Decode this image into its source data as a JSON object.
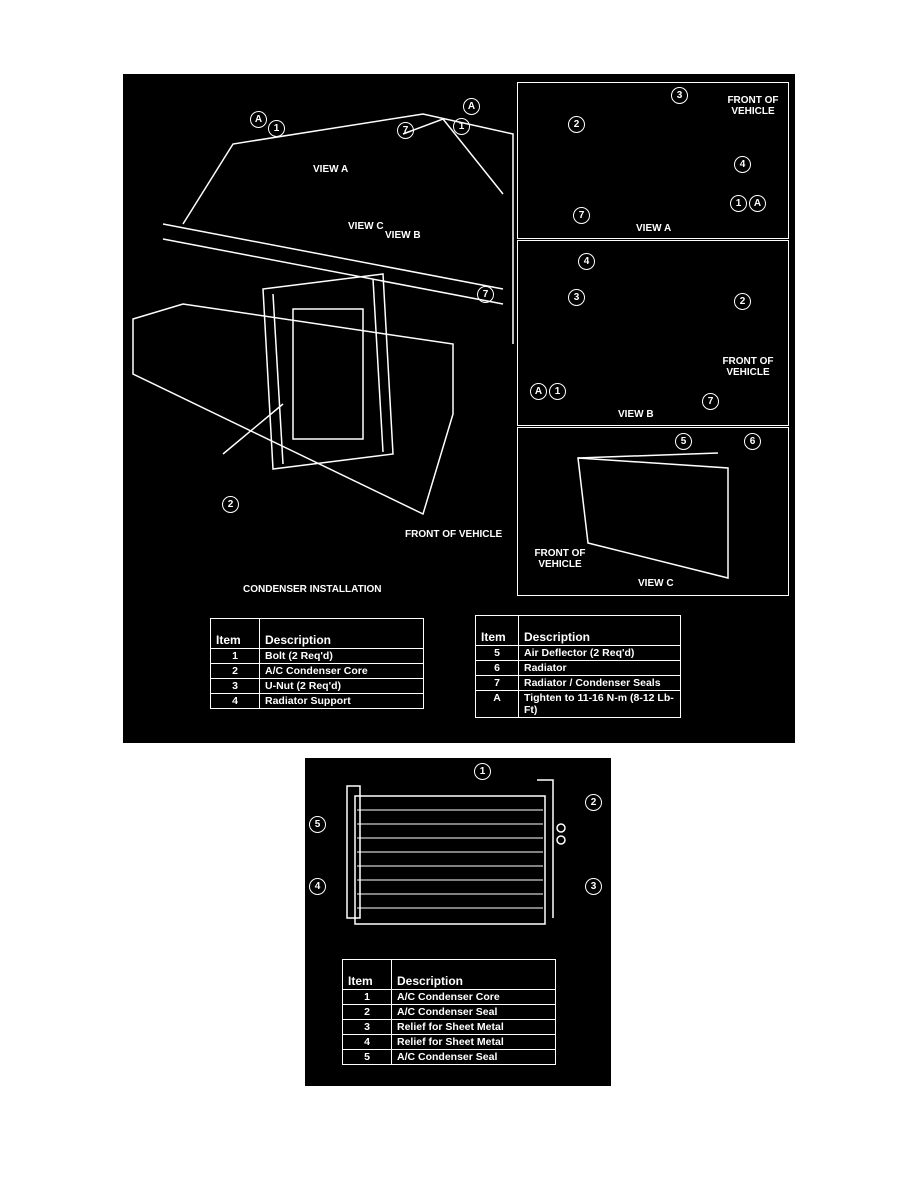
{
  "figure1": {
    "caption": "CONDENSER INSTALLATION",
    "front_of_vehicle": "FRONT OF VEHICLE",
    "view_labels": {
      "a": "VIEW A",
      "b": "VIEW B",
      "c": "VIEW C"
    },
    "callouts": [
      "A",
      "1",
      "7",
      "2",
      "3",
      "4",
      "5",
      "6"
    ],
    "table_left": {
      "headers": [
        "Item",
        "Description"
      ],
      "rows": [
        [
          "1",
          "Bolt (2 Req'd)"
        ],
        [
          "2",
          "A/C Condenser Core"
        ],
        [
          "3",
          "U-Nut (2 Req'd)"
        ],
        [
          "4",
          "Radiator Support"
        ]
      ]
    },
    "table_right": {
      "headers": [
        "Item",
        "Description"
      ],
      "rows": [
        [
          "5",
          "Air Deflector (2 Req'd)"
        ],
        [
          "6",
          "Radiator"
        ],
        [
          "7",
          "Radiator / Condenser Seals"
        ],
        [
          "A",
          "Tighten to 11-16 N-m (8-12 Lb-Ft)"
        ]
      ]
    }
  },
  "figure2": {
    "callouts": [
      "1",
      "2",
      "3",
      "4",
      "5"
    ],
    "table": {
      "headers": [
        "Item",
        "Description"
      ],
      "rows": [
        [
          "1",
          "A/C Condenser Core"
        ],
        [
          "2",
          "A/C Condenser Seal"
        ],
        [
          "3",
          "Relief for Sheet Metal"
        ],
        [
          "4",
          "Relief for Sheet Metal"
        ],
        [
          "5",
          "A/C Condenser Seal"
        ]
      ]
    }
  }
}
